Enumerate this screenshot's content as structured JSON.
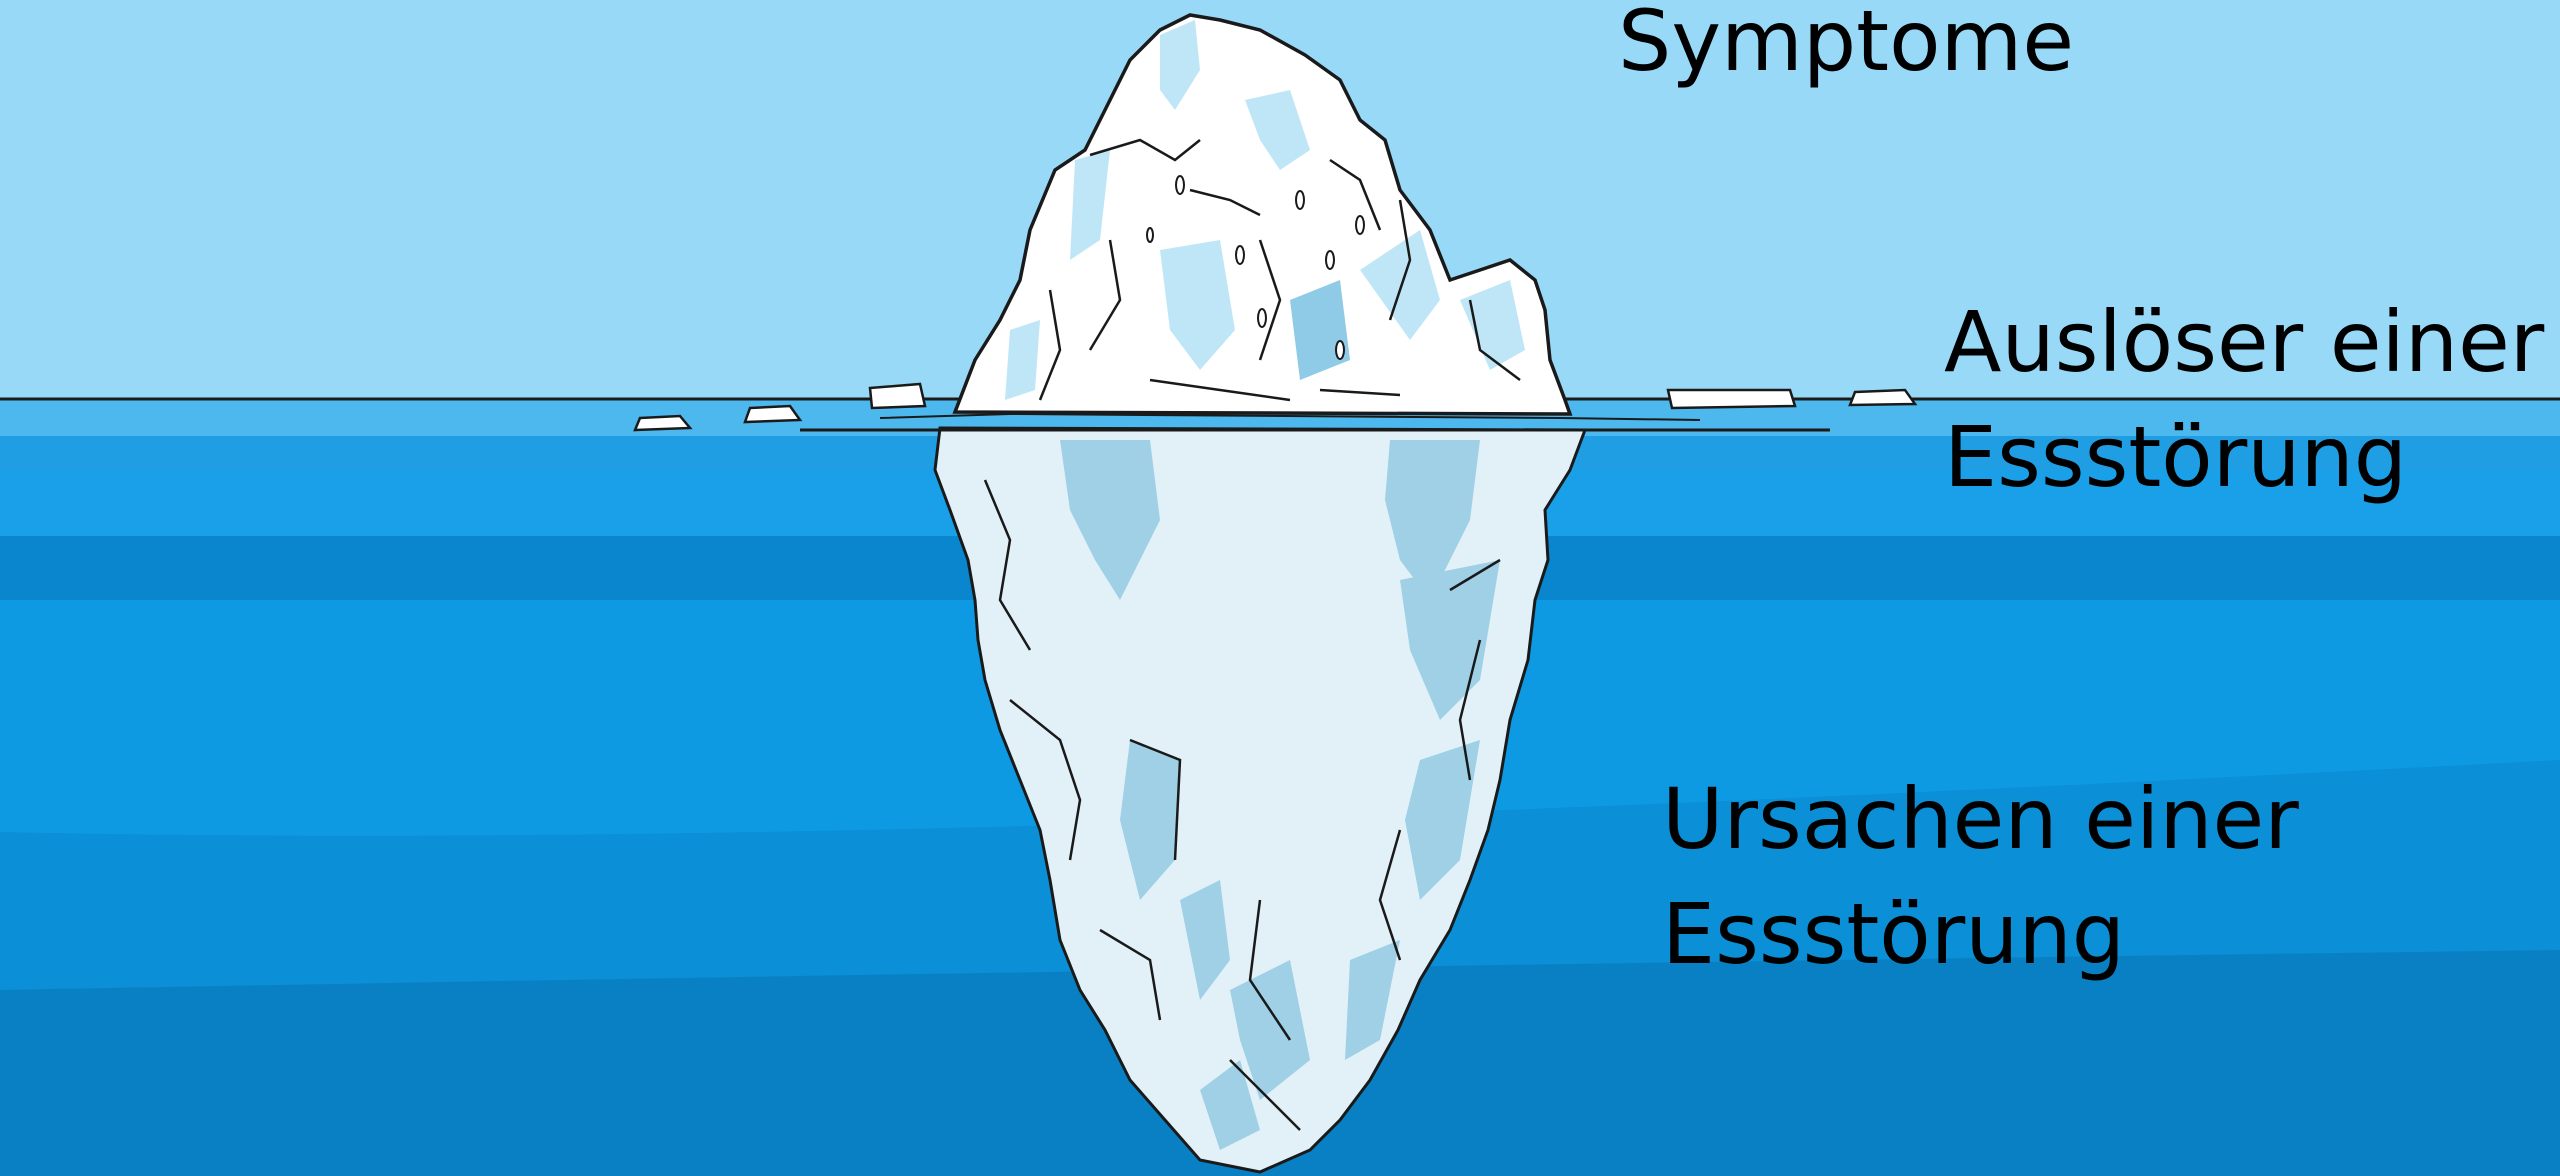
{
  "colors": {
    "sky": "#98d9f8",
    "water_surface_band": "#4cb8ee",
    "water_upper": "#1f9ee4",
    "water_mid": "#0b92dd",
    "water_deep": "#0a7fc6",
    "ice_top": "#ffffff",
    "ice_shadow": "#bfe6f6",
    "ice_shadow_dark": "#8fcbe6",
    "ice_underwater": "#e2f1f8",
    "ice_underwater_shadow": "#9fd0e6",
    "outline": "#1a1a1a",
    "label_text": "#000000"
  },
  "labels": {
    "symptome": "Symptome",
    "ausloeser_line1": "Auslöser einer",
    "ausloeser_line2": "Essstörung",
    "ursachen_line1": "Ursachen einer",
    "ursachen_line2": "Essstörung"
  },
  "illustration": {
    "subject": "iceberg",
    "icon_name": "iceberg-illustration"
  }
}
